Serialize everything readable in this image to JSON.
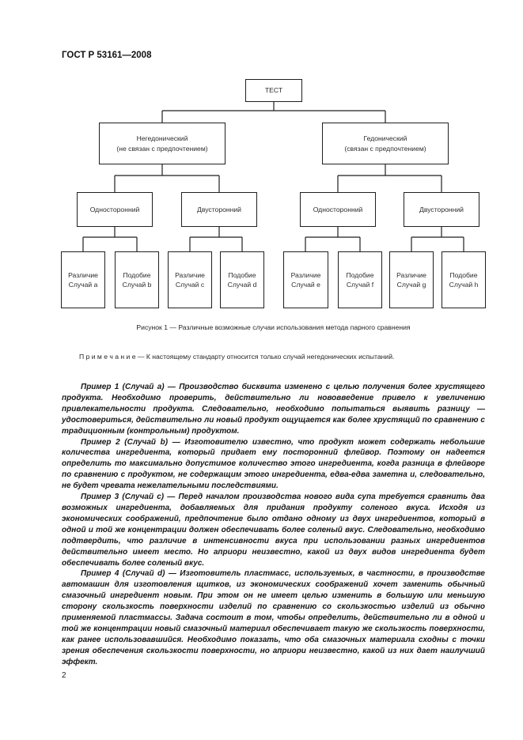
{
  "page": {
    "header": "ГОСТ Р 53161—2008",
    "page_number": "2"
  },
  "diagram": {
    "root": {
      "label": "ТЕСТ"
    },
    "level2": [
      {
        "line1": "Негедонический",
        "line2": "(не связан с предпочтением)"
      },
      {
        "line1": "Гедонический",
        "line2": "(связан с предпочтением)"
      }
    ],
    "level3": [
      "Односторонний",
      "Двусторонний",
      "Односторонний",
      "Двусторонний"
    ],
    "level4": [
      {
        "line1": "Различие",
        "line2": "Случай a"
      },
      {
        "line1": "Подобие",
        "line2": "Случай b"
      },
      {
        "line1": "Различие",
        "line2": "Случай c"
      },
      {
        "line1": "Подобие",
        "line2": "Случай d"
      },
      {
        "line1": "Различие",
        "line2": "Случай e"
      },
      {
        "line1": "Подобие",
        "line2": "Случай f"
      },
      {
        "line1": "Различие",
        "line2": "Случай g"
      },
      {
        "line1": "Подобие",
        "line2": "Случай h"
      }
    ],
    "caption": "Рисунок 1 — Различные возможные случаи использования метода парного сравнения"
  },
  "note": "П р и м е ч а н и е — К настоящему стандарту относится только случай негедонических испытаний.",
  "examples": [
    {
      "text": "Пример 1 (Случай a) — Производство бисквита изменено с целью получения более хрустящего продукта. Необходимо проверить, действительно ли нововведение привело к увеличению привлекательности продукта. Следовательно, необходимо попытаться выявить разницу — удостовериться, действительно ли новый продукт ощущается как более хрустящий по сравнению с традиционным (контрольным) продуктом."
    },
    {
      "text": "Пример 2 (Случай b) — Изготовителю известно, что продукт может содержать небольшие количества ингредиента, который придает ему посторонний флейвор. Поэтому он надеется определить то максимально допустимое количество этого ингредиента, когда разница в флейворе по сравнению с продуктом, не содержащим этого ингредиента, едва-едва заметна и, следовательно, не будет чревата нежелательными последствиями."
    },
    {
      "text": "Пример 3 (Случай c) — Перед началом производства нового вида супа требуется сравнить два возможных ингредиента, добавляемых для придания продукту соленого вкуса. Исходя из экономических соображений, предпочтение было отдано одному из двух ингредиентов, который в одной и той же концентрации должен обеспечивать более соленый вкус. Следовательно, необходимо подтвердить, что различие в интенсивности вкуса при использовании разных ингредиентов действительно имеет место. Но априори неизвестно, какой из двух видов ингредиента будет обеспечивать более соленый вкус."
    },
    {
      "text": "Пример 4 (Случай d) — Изготовитель пластмасс, используемых, в частности, в производстве автомашин для изготовления щитков, из экономических соображений хочет заменить обычный смазочный ингредиент новым. При этом он не имеет целью изменить в большую или меньшую сторону скользкость поверхности изделий по сравнению со скользкостью изделий из обычно применяемой пластмассы. Задача состоит в том, чтобы определить, действительно ли в одной и той же концентрации новый смазочный материал обеспечивает такую же скользкость поверхности, как ранее использовавшийся. Необходимо показать, что оба смазочных материала сходны с точки зрения обеспечения скользкости поверхности, но априори неизвестно, какой из них дает наилучший эффект."
    }
  ]
}
